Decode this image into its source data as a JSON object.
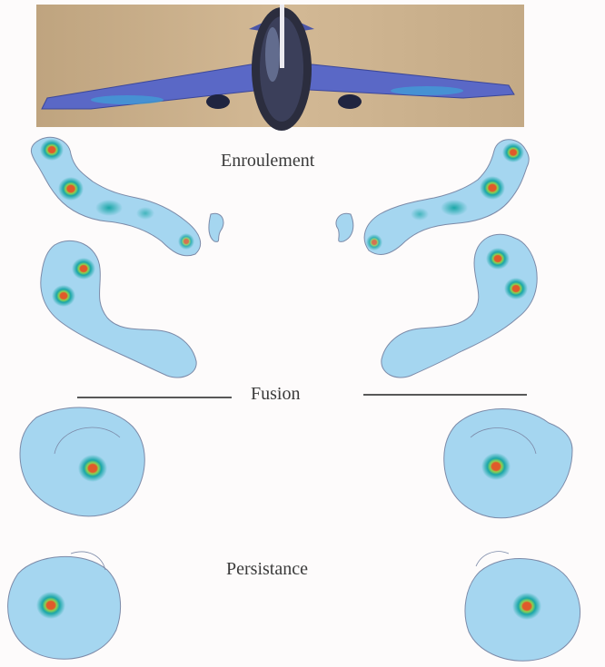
{
  "stages": {
    "rollup": "Enroulement",
    "fusion": "Fusion",
    "persistence": "Persistance"
  },
  "colors": {
    "page_background": "#fdfbfb",
    "photo_background": "#c9ae8a",
    "aircraft_body": "#5a68c6",
    "vorticity_low": "#9fd3ef",
    "vorticity_mid": "#1aa7a7",
    "vorticity_high": "#8fd14f",
    "vorticity_peak": "#e05a2a",
    "outline": "#7c8aa8"
  }
}
